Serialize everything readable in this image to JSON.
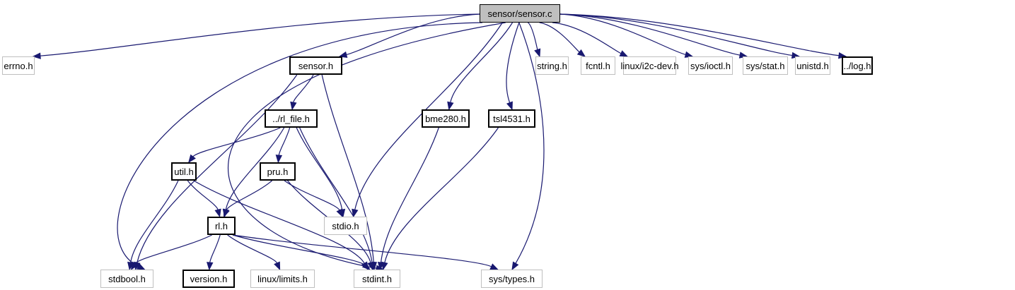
{
  "graph": {
    "edge_color": "#191970",
    "nodes": [
      {
        "id": "sensor_c",
        "label": "sensor/sensor.c",
        "kind": "root"
      },
      {
        "id": "errno",
        "label": "errno.h",
        "kind": "sys"
      },
      {
        "id": "sensor_h",
        "label": "sensor.h",
        "kind": "local"
      },
      {
        "id": "string",
        "label": "string.h",
        "kind": "sys"
      },
      {
        "id": "fcntl",
        "label": "fcntl.h",
        "kind": "sys"
      },
      {
        "id": "i2cdev",
        "label": "linux/i2c-dev.h",
        "kind": "sys"
      },
      {
        "id": "ioctl",
        "label": "sys/ioctl.h",
        "kind": "sys"
      },
      {
        "id": "stat",
        "label": "sys/stat.h",
        "kind": "sys"
      },
      {
        "id": "unistd",
        "label": "unistd.h",
        "kind": "sys"
      },
      {
        "id": "log",
        "label": "../log.h",
        "kind": "local"
      },
      {
        "id": "rl_file",
        "label": "../rl_file.h",
        "kind": "local"
      },
      {
        "id": "bme280",
        "label": "bme280.h",
        "kind": "local"
      },
      {
        "id": "tsl4531",
        "label": "tsl4531.h",
        "kind": "local"
      },
      {
        "id": "util",
        "label": "util.h",
        "kind": "local"
      },
      {
        "id": "pru",
        "label": "pru.h",
        "kind": "local"
      },
      {
        "id": "rl",
        "label": "rl.h",
        "kind": "local"
      },
      {
        "id": "stdio",
        "label": "stdio.h",
        "kind": "sys"
      },
      {
        "id": "stdbool",
        "label": "stdbool.h",
        "kind": "sys"
      },
      {
        "id": "version",
        "label": "version.h",
        "kind": "local"
      },
      {
        "id": "limits",
        "label": "linux/limits.h",
        "kind": "sys"
      },
      {
        "id": "stdint",
        "label": "stdint.h",
        "kind": "sys"
      },
      {
        "id": "systypes",
        "label": "sys/types.h",
        "kind": "sys"
      }
    ],
    "edges": [
      [
        "sensor_c",
        "errno"
      ],
      [
        "sensor_c",
        "stdbool"
      ],
      [
        "sensor_c",
        "sensor_h"
      ],
      [
        "sensor_c",
        "stdint"
      ],
      [
        "sensor_c",
        "stdio"
      ],
      [
        "sensor_c",
        "bme280"
      ],
      [
        "sensor_c",
        "tsl4531"
      ],
      [
        "sensor_c",
        "systypes"
      ],
      [
        "sensor_c",
        "string"
      ],
      [
        "sensor_c",
        "fcntl"
      ],
      [
        "sensor_c",
        "i2cdev"
      ],
      [
        "sensor_c",
        "ioctl"
      ],
      [
        "sensor_c",
        "stat"
      ],
      [
        "sensor_c",
        "unistd"
      ],
      [
        "sensor_c",
        "log"
      ],
      [
        "sensor_h",
        "rl_file"
      ],
      [
        "sensor_h",
        "stdbool"
      ],
      [
        "sensor_h",
        "stdint"
      ],
      [
        "rl_file",
        "util"
      ],
      [
        "rl_file",
        "pru"
      ],
      [
        "rl_file",
        "rl"
      ],
      [
        "rl_file",
        "stdio"
      ],
      [
        "rl_file",
        "stdint"
      ],
      [
        "bme280",
        "stdint"
      ],
      [
        "tsl4531",
        "stdint"
      ],
      [
        "util",
        "rl"
      ],
      [
        "util",
        "stdbool"
      ],
      [
        "util",
        "stdint"
      ],
      [
        "pru",
        "rl"
      ],
      [
        "pru",
        "stdio"
      ],
      [
        "pru",
        "stdint"
      ],
      [
        "rl",
        "stdbool"
      ],
      [
        "rl",
        "version"
      ],
      [
        "rl",
        "limits"
      ],
      [
        "rl",
        "stdint"
      ],
      [
        "rl",
        "systypes"
      ]
    ]
  }
}
